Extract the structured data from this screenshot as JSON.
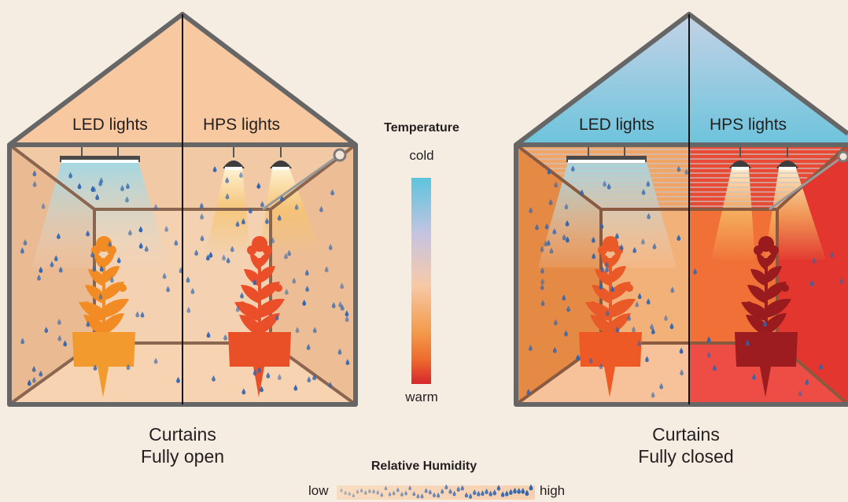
{
  "left_house": {
    "led_label": "LED lights",
    "hps_label": "HPS lights",
    "caption_line1": "Curtains",
    "caption_line2": "Fully open"
  },
  "right_house": {
    "led_label": "LED lights",
    "hps_label": "HPS lights",
    "caption_line1": "Curtains",
    "caption_line2": "Fully closed"
  },
  "temperature_legend": {
    "title": "Temperature",
    "top_label": "cold",
    "bottom_label": "warm",
    "colors": [
      "#5cc4de",
      "#c8c4e0",
      "#f7c9a8",
      "#f39a4a",
      "#ef6b2e",
      "#d7262c"
    ]
  },
  "humidity_legend": {
    "title": "Relative Humidity",
    "low_label": "low",
    "high_label": "high",
    "drop_color": "#2f65b0"
  },
  "colors": {
    "background": "#f5ece2",
    "frame": "#6b6b6b",
    "drop_blue": "#2f65b0"
  }
}
